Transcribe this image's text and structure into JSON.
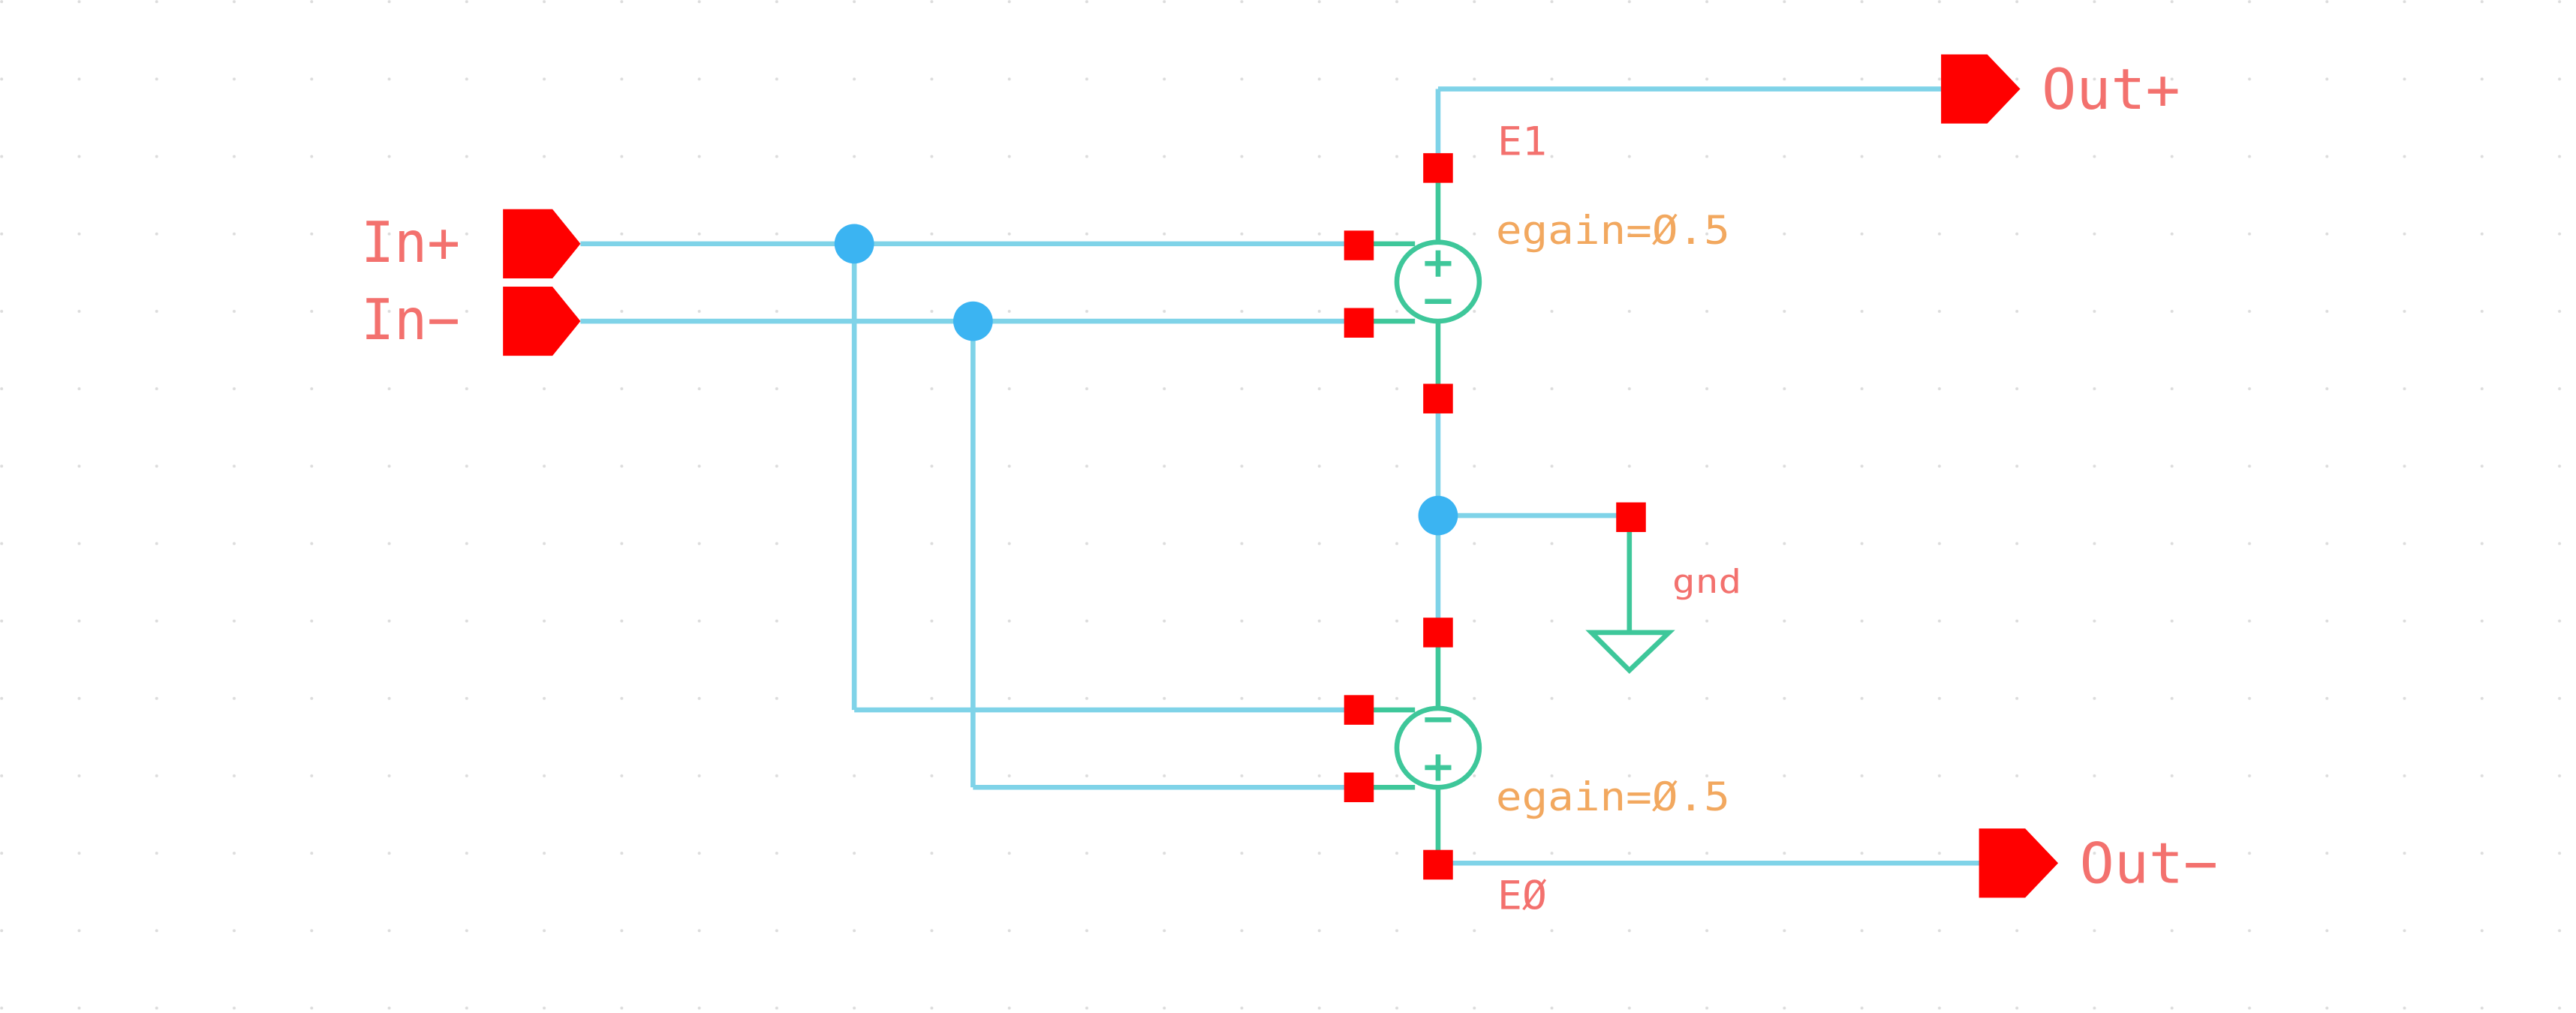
{
  "ports": {
    "in_plus": "In+",
    "in_minus": "In−",
    "out_plus": "Out+",
    "out_minus": "Out−"
  },
  "components": {
    "e1": {
      "name": "E1",
      "gain": "egain=Ø.5"
    },
    "e0": {
      "name": "EØ",
      "gain": "egain=Ø.5"
    }
  },
  "ground": {
    "label": "gnd"
  },
  "colors": {
    "background": "#ffffff",
    "wire": "#7fd3e8",
    "pin": "#ff0000",
    "junction": "#3bb4f2",
    "symbol": "#3ec79a",
    "label": "#f3716e",
    "param": "#f2a85f",
    "grid": "#dcdcdc"
  }
}
